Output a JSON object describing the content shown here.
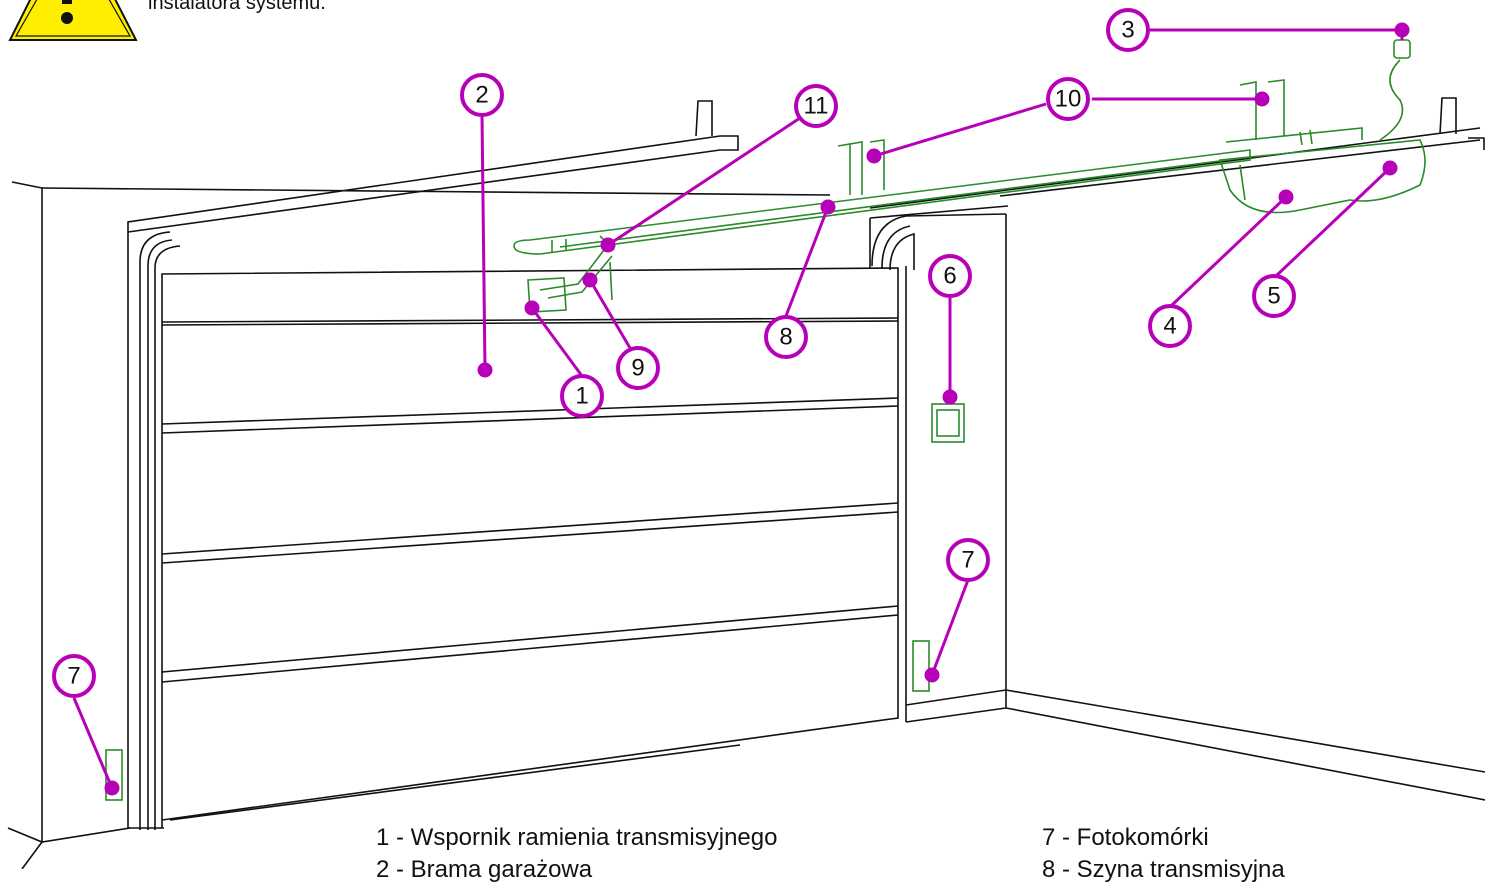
{
  "warning": {
    "icon": "warning-triangle-icon",
    "text_visible": "instalatora systemu."
  },
  "colors": {
    "callout": "#b800b8",
    "device": "#2a8a2a",
    "outline": "#111111",
    "warning_fill": "#ffee00"
  },
  "callouts": [
    "1",
    "2",
    "3",
    "4",
    "5",
    "6",
    "7",
    "7",
    "8",
    "9",
    "10",
    "11"
  ],
  "legend": {
    "left": [
      "1 - Wspornik ramienia transmisyjnego",
      "2 - Brama garażowa"
    ],
    "right": [
      "7 - Fotokomórki",
      "8 - Szyna transmisyjna"
    ]
  }
}
